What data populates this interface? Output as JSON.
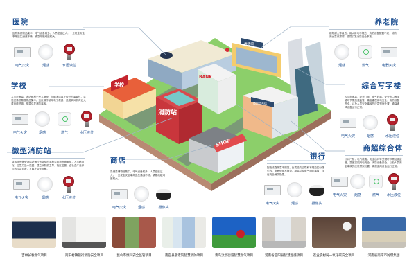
{
  "sections": [
    {
      "title": "医院",
      "desc": "医院易燃物品集中，电气设备较多，人员密度过大，一旦发生安全事故逃生通道不畅，紧急疏散难度较大。",
      "devices": [
        {
          "label": "电气火灾",
          "icon": "meter"
        },
        {
          "label": "烟感",
          "icon": "smoke"
        },
        {
          "label": "水压液位",
          "icon": "gauge"
        }
      ]
    },
    {
      "title": "学校",
      "desc": "人员密度高，消防器材无专人管理，忽略消防真正设计的重要性，实验室易燃易爆物品集中，违反操作使用电子教具，造成瞬间负荷过大或电线短路，极易引发消防事故。",
      "devices": [
        {
          "label": "电气火灾",
          "icon": "meter"
        },
        {
          "label": "烟感",
          "icon": "smoke"
        },
        {
          "label": "燃气",
          "icon": "gas"
        },
        {
          "label": "水压液位",
          "icon": "gauge"
        }
      ]
    },
    {
      "title": "微型消防站",
      "desc": "将传统的微型消防站通过信息化的手段实现物资精确化，人员精准化，应急力量一张图，建立消防的主导，社区监督，全社会广泛参与的应急自救，互救社会化网格。",
      "devices": [
        {
          "label": "电气火灾",
          "icon": "meter"
        },
        {
          "label": "烟感",
          "icon": "smoke"
        },
        {
          "label": "水压液位",
          "icon": "gauge"
        }
      ]
    },
    {
      "title": "商店",
      "desc": "易燃易爆物品集中，电气设备较多，人员密度过大，一旦发生安全事故逃生通道不畅，紧急疏散难度较大。",
      "devices": [
        {
          "label": "电气火灾",
          "icon": "meter"
        },
        {
          "label": "烟感",
          "icon": "smoke"
        },
        {
          "label": "摄像头",
          "icon": "camera"
        }
      ]
    },
    {
      "title": "养老院",
      "desc": "建筑耐火等级低，用火用电不规范，消防设备配置不足，消防安全意识薄弱，极易引发消防安全事故。",
      "devices": [
        {
          "label": "烟感",
          "icon": "smoke"
        },
        {
          "label": "燃气",
          "icon": "gas"
        },
        {
          "label": "电器火灾",
          "icon": "meter"
        }
      ]
    },
    {
      "title": "综合写字楼",
      "desc": "人员密度高，针对门禁，电气线路，安全出口等关键环节需加强监管，高度重视用电安全，消防设备齐全，以及人员安全事故的应急预案处置，确保通风设备运行正常。",
      "devices": [
        {
          "label": "电气火灾",
          "icon": "meter"
        },
        {
          "label": "烟感",
          "icon": "smoke"
        },
        {
          "label": "水压液位",
          "icon": "gauge"
        }
      ]
    },
    {
      "title": "银行",
      "desc": "配电线路随意不规范，负载能力过载和不规范的分路引线，电器使用不规范，极易引发电气消防事故，存在安全消防隐患。",
      "devices": [
        {
          "label": "电气火灾",
          "icon": "meter"
        },
        {
          "label": "烟感",
          "icon": "smoke"
        },
        {
          "label": "摄像头",
          "icon": "camera"
        }
      ]
    },
    {
      "title": "商超综合体",
      "desc": "针对门禁，电气线路，安全出口等关键环节需加强监管，高度重视用电安全，消防设备齐全，以及人员安全事故的应急预案处置，确保通风设备运行正常。",
      "devices": [
        {
          "label": "电气火灾",
          "icon": "meter"
        },
        {
          "label": "烟感",
          "icon": "smoke"
        },
        {
          "label": "燃气",
          "icon": "gas"
        },
        {
          "label": "水压液位",
          "icon": "gauge"
        }
      ]
    }
  ],
  "city_labels": {
    "school": "学校",
    "fire_station": "消防站",
    "bank": "BANK",
    "shop": "SHOP",
    "nursing": "养老院",
    "mall": "商超综合体"
  },
  "projects": [
    {
      "caption": "吉林长春燃气项目"
    },
    {
      "caption": "南阳村镇银行消防安全项目"
    },
    {
      "caption": "昆山市燃气安全监管项目"
    },
    {
      "caption": "南召县敬老院智慧消防项目"
    },
    {
      "caption": "青岛汶亭街道智慧燃气项目"
    },
    {
      "caption": "河南省宜阳县智慧烟感项目"
    },
    {
      "caption": "农业农村局一氧化碳安全项目"
    },
    {
      "caption": "河南省南阳市防爆集团"
    }
  ]
}
